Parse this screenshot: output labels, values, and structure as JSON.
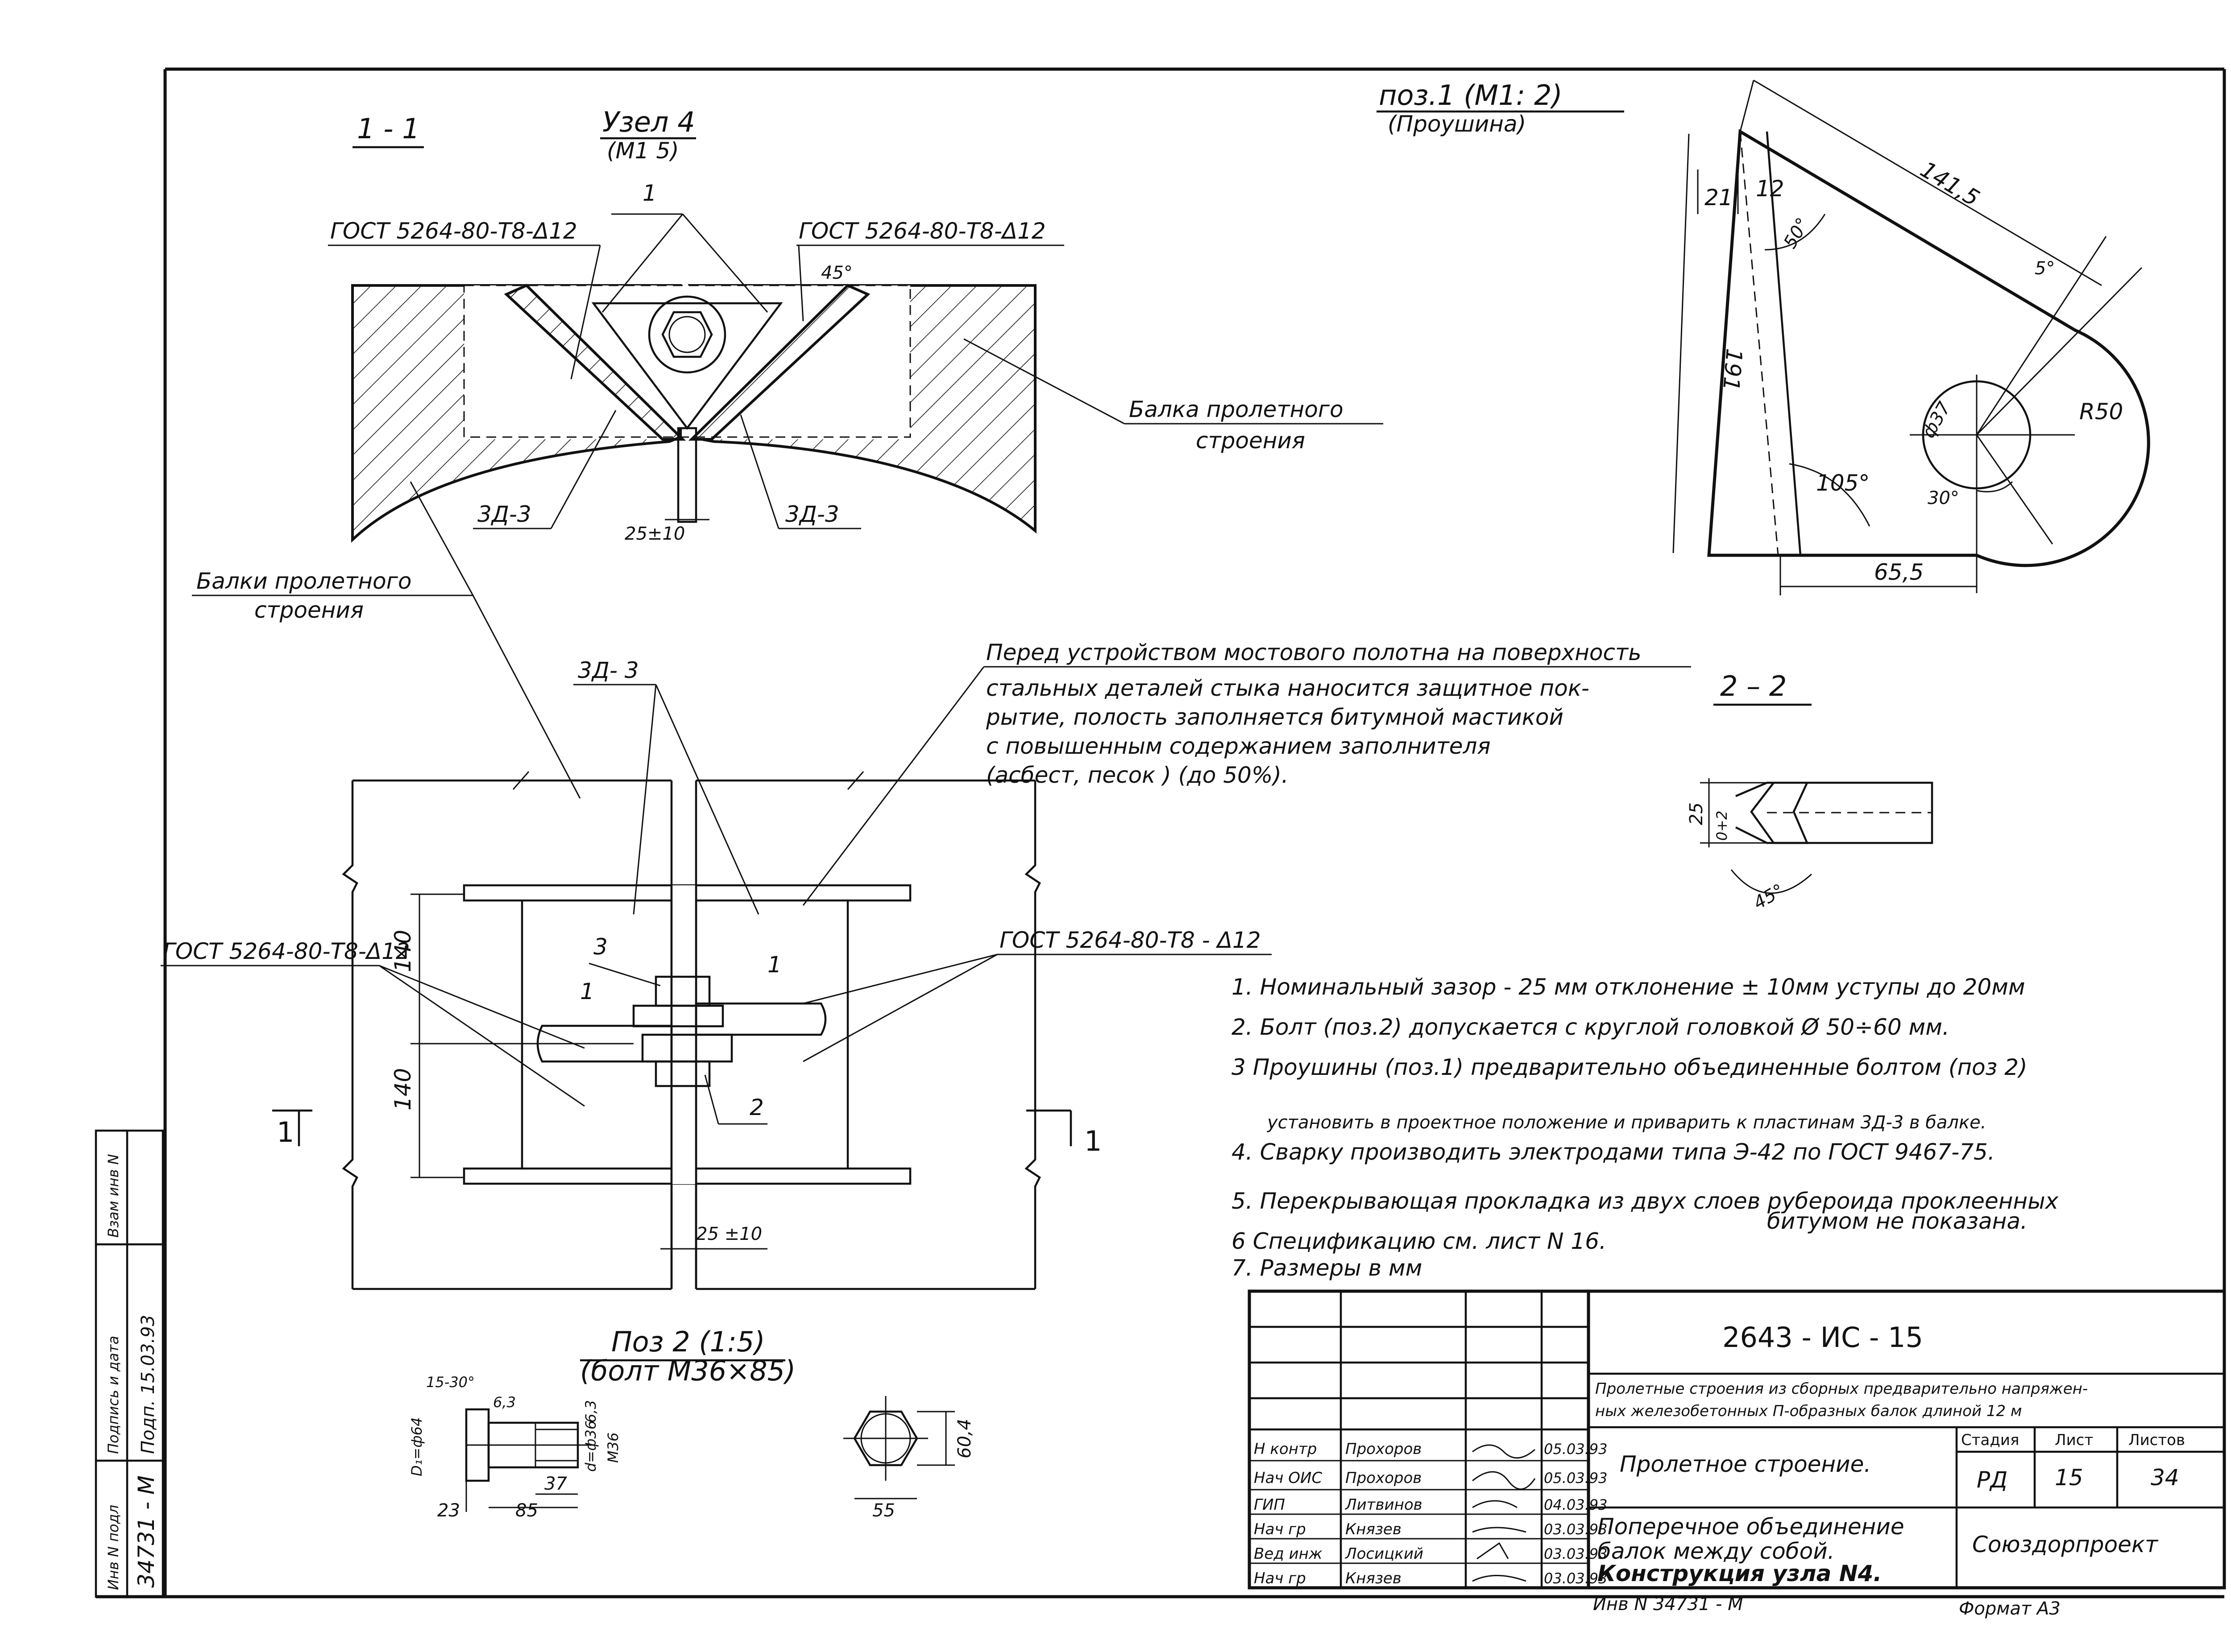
{
  "section_1_1": {
    "mark": "1 - 1",
    "node_title": "Узел 4",
    "node_scale": "(М1 5)",
    "pos_1": "1",
    "gost_left": "ГОСТ 5264-80-Т8-Δ12",
    "gost_right": "ГОСТ 5264-80-Т8-Δ12",
    "angle_45": "45°",
    "beam_label_1": "Балка пролетного",
    "beam_label_2": "строения",
    "plate_left": "3Д-3",
    "plate_right": "3Д-3",
    "gap": "25±10"
  },
  "plan_view": {
    "beams_label_1": "Балки пролетного",
    "beams_label_2": "строения",
    "plate_label": "3Д- 3",
    "gost_left": "ГОСТ 5264-80-Т8-Δ12",
    "gost_right": "ГОСТ 5264-80-Т8 - Δ12",
    "dim_140_top": "140",
    "dim_140_bottom": "140",
    "pos_3": "3",
    "pos_1_left": "1",
    "pos_1_right": "1",
    "pos_2": "2",
    "section_mark_left": "1",
    "section_mark_right": "1",
    "gap": "25 ±10"
  },
  "note_block": {
    "line1": "Перед устройством мостового полотна на поверхность",
    "line2": "стальных деталей стыка наносится защитное пок-",
    "line3": "рытие, полость заполняется битумной мастикой",
    "line4": "с повышенным содержанием заполнителя",
    "line5": "(асбест, песок ) (до 50%)."
  },
  "lug": {
    "title": "поз.1   (М1: 2)",
    "subtitle": "(Проушина)",
    "dim_141_5": "141,5",
    "dim_21": "21",
    "dim_12": "12",
    "angle_50": "50°",
    "angle_5": "5°",
    "dim_191": "191",
    "hole": "ф37",
    "radius": "R50",
    "angle_105": "105°",
    "angle_30": "30°",
    "dim_65_5": "65,5"
  },
  "section_2_2": {
    "mark": "2 – 2",
    "dim_25": "25",
    "dim_gap": "0+2",
    "angle": "45°"
  },
  "bolt": {
    "title": "Поз 2 (1:5)",
    "subtitle": "(болт М36×85)",
    "angle": "15-30°",
    "chamfer": "6,3",
    "d_head": "D₁=ф64",
    "thread_d": "d=ф36",
    "thread_label": "6,3",
    "m36": "М36",
    "dim_37": "37",
    "dim_23": "23",
    "dim_85": "85",
    "nut_60_4": "60,4",
    "nut_55": "55"
  },
  "notes": [
    "1.  Номинальный зазор - 25 мм отклонение ± 10мм  уступы до 20мм",
    "2.  Болт (поз.2) допускается с круглой головкой Ø 50÷60 мм.",
    "3  Проушины (поз.1) предварительно объединенные болтом (поз 2)",
    "установить в проектное положение и приварить к пластинам 3Д-3 в балке.",
    "4.  Сварку производить электродами типа Э-42 по ГОСТ 9467-75.",
    "5.  Перекрывающая прокладка из двух слоев рубероида проклеенных",
    "битумом не показана.",
    "6  Спецификацию см. лист N 16.",
    "7.  Размеры в мм"
  ],
  "title_block": {
    "code": "2643 - ИС - 15",
    "project_line1": "Пролетные строения из сборных предварительно напряжен-",
    "project_line2": "ных железобетонных П-образных балок длиной 12 м",
    "sheet_title": "Пролетное строение.",
    "drawing_line1": "Поперечное объединение",
    "drawing_line2": "балок между собой.",
    "drawing_line3": "Конструкция узла N4.",
    "col_stage": "Стадия",
    "col_sheet": "Лист",
    "col_sheets": "Листов",
    "stage": "РД",
    "sheet": "15",
    "sheets": "34",
    "organization": "Союздорпроект",
    "roles": [
      {
        "role": "Н контр",
        "name": "Прохоров",
        "date": "05.03.93"
      },
      {
        "role": "Нач ОИС",
        "name": "Прохоров",
        "date": "05.03.93"
      },
      {
        "role": "ГИП",
        "name": "Литвинов",
        "date": "04.03.93"
      },
      {
        "role": "Нач гр",
        "name": "Князев",
        "date": "03.03.93"
      },
      {
        "role": "Вед инж",
        "name": "Лосицкий",
        "date": "03.03.93"
      },
      {
        "role": "Нач гр",
        "name": "Князев",
        "date": "03.03.93"
      }
    ],
    "inventory_note": "Инв N 34731 - М",
    "format": "Формат А3"
  },
  "side_stamp": {
    "inv_label": "Инв N подл",
    "inv_value": "34731 - М",
    "sign_label": "Подпись и дата",
    "sign_value": "Подп. 15.03.93",
    "replace_label": "Взам инв N"
  }
}
